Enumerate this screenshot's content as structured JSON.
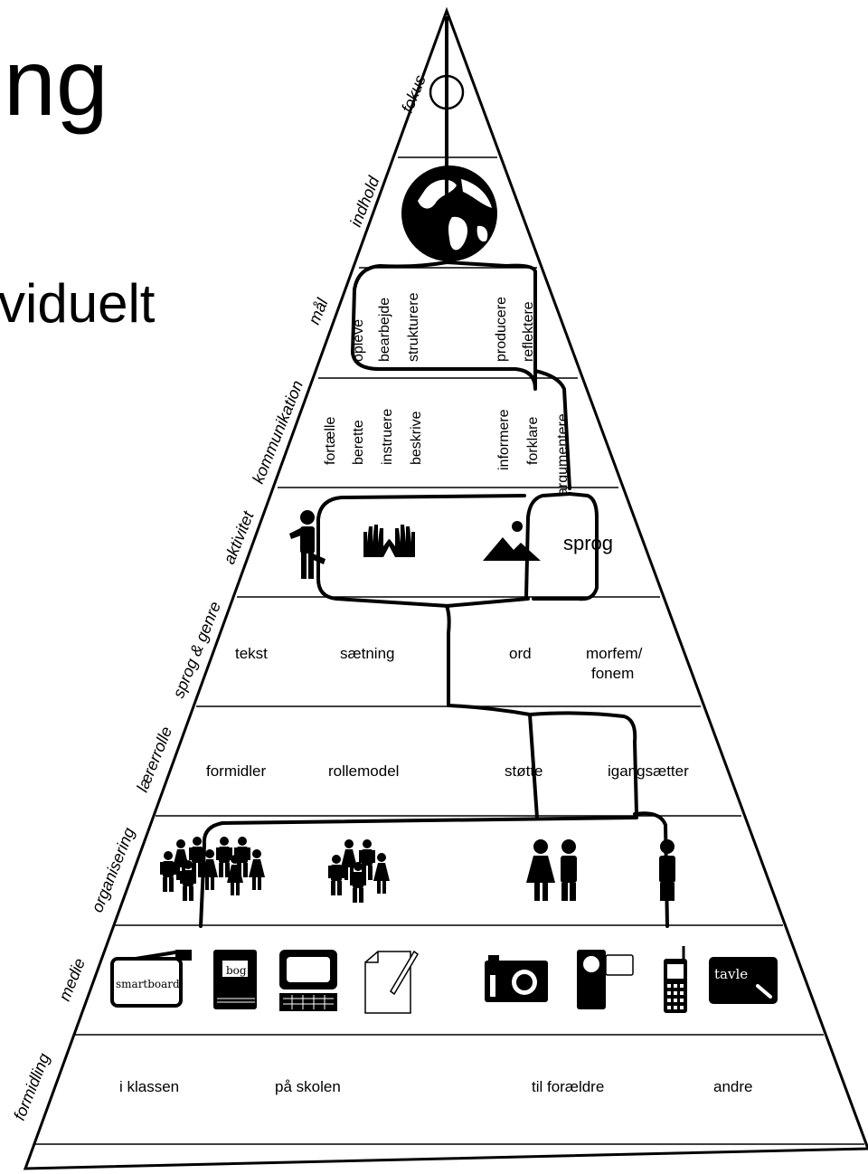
{
  "title_fragments": {
    "line1": "ng",
    "line2": "viduelt"
  },
  "rows": [
    {
      "label": "fokus",
      "items": []
    },
    {
      "label": "indhold",
      "items": []
    },
    {
      "label": "mål",
      "items": [
        "opleve",
        "bearbejde",
        "strukturere",
        "producere",
        "reflektere"
      ]
    },
    {
      "label": "kommunikation",
      "items": [
        "fortælle",
        "berette",
        "instruere",
        "beskrive",
        "informere",
        "forklare",
        "argumentere"
      ]
    },
    {
      "label": "aktivitet",
      "items": [
        "sprog"
      ]
    },
    {
      "label": "sprog & genre",
      "items": [
        "tekst",
        "sætning",
        "ord",
        "morfem/",
        "fonem"
      ]
    },
    {
      "label": "lærerrolle",
      "items": [
        "formidler",
        "rollemodel",
        "støtte",
        "igangsætter"
      ]
    },
    {
      "label": "organisering",
      "items": []
    },
    {
      "label": "medie",
      "items": [
        "smartboard",
        "bog",
        "tavle"
      ]
    },
    {
      "label": "formidling",
      "items": [
        "i klassen",
        "på skolen",
        "til forældre",
        "andre"
      ]
    }
  ],
  "icons": [
    "target-icon",
    "globe-icon",
    "person-icon",
    "hands-icon",
    "mountain-icon",
    "crowd-icon",
    "group-icon",
    "pair-icon",
    "single-person-icon",
    "smartboard-icon",
    "book-icon",
    "computer-icon",
    "paper-pencil-icon",
    "camera-icon",
    "video-camera-icon",
    "mobile-phone-icon",
    "tablet-icon"
  ]
}
